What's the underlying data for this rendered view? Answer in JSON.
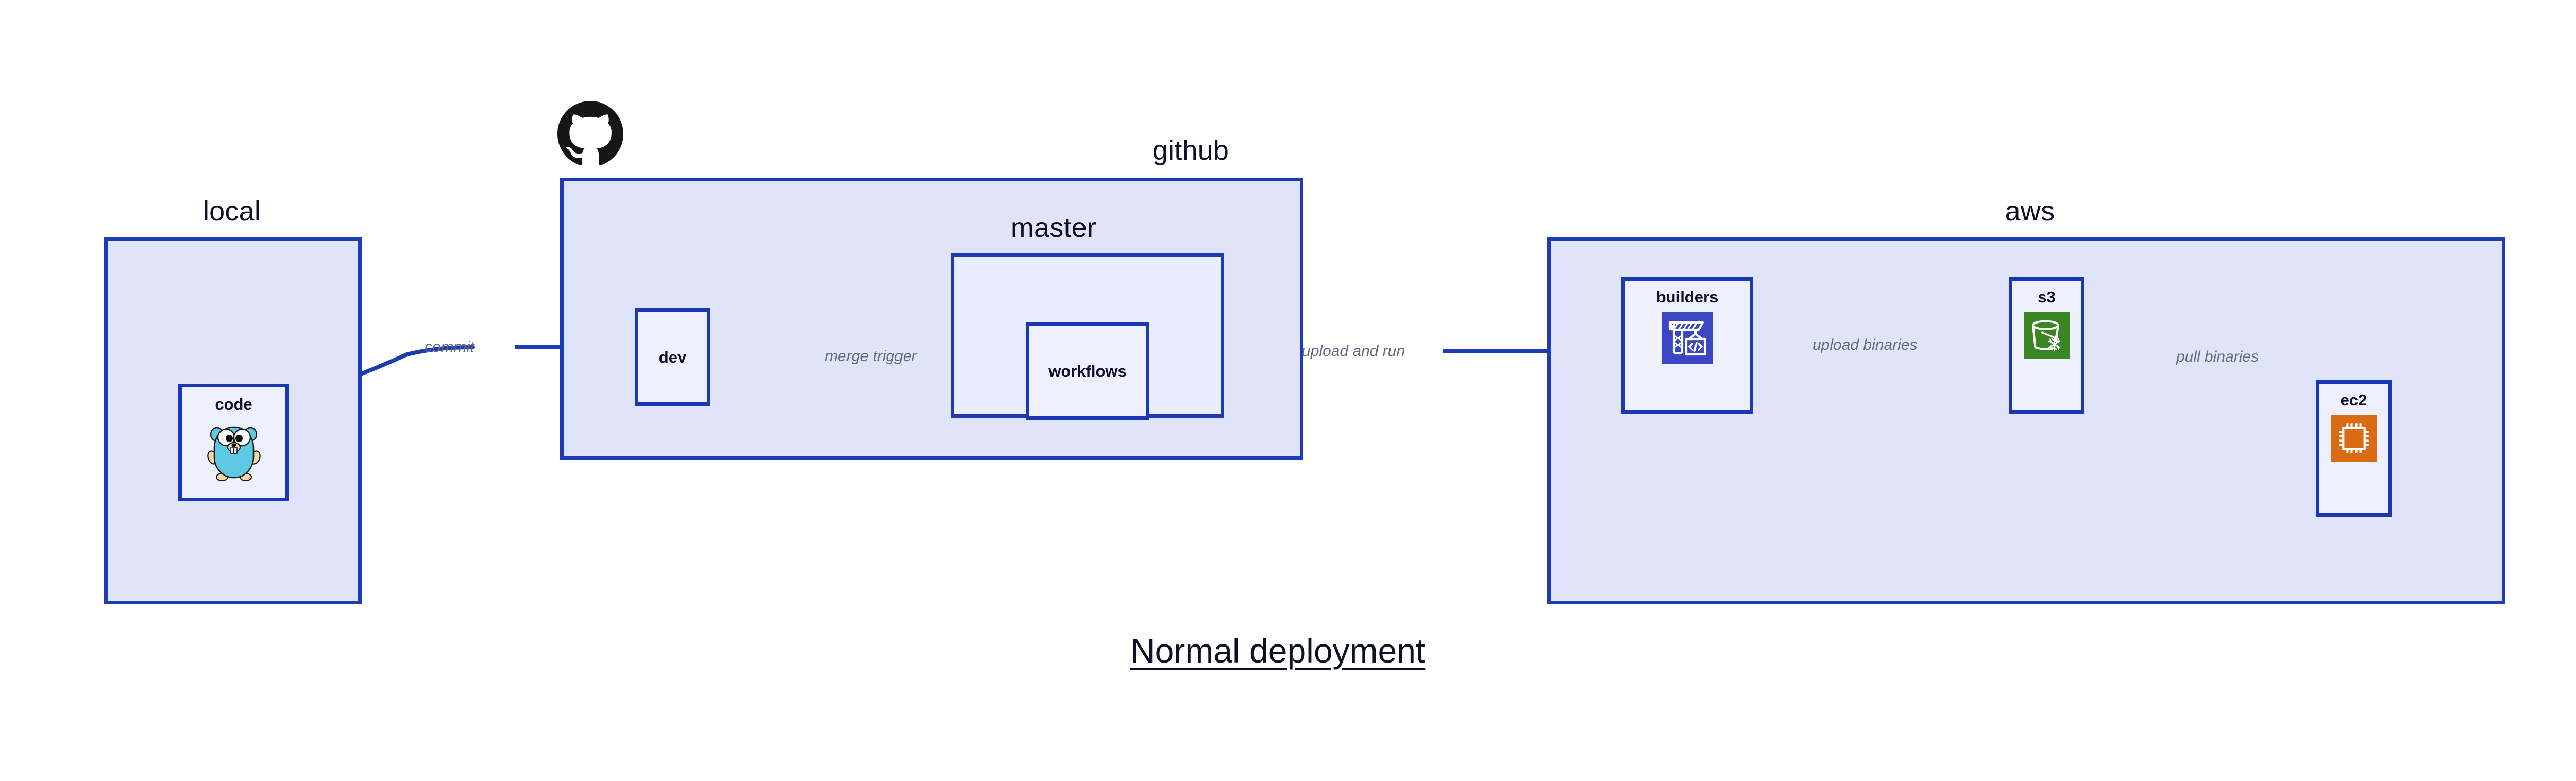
{
  "diagram": {
    "title": "Normal deployment",
    "type": "deployment-flow-diagram",
    "colors": {
      "group_border": "#1d3cb4",
      "group_fill": "#dfe4fb",
      "nested_group_fill": "#e9edfd",
      "node_border": "#1b38b2",
      "node_fill": "#eef1fd",
      "edge_stroke": "#1d3cb4",
      "edge_label_text": "#636a80",
      "title_text": "#0d1026",
      "builders_icon_bg": "#3b46c4",
      "s3_icon_bg": "#3a8524",
      "ec2_icon_bg": "#da6b15",
      "gopher_body": "#5dc9e2",
      "octocat": "#161616"
    }
  },
  "groups": [
    {
      "id": "local",
      "label": "local",
      "label_align": "center"
    },
    {
      "id": "github",
      "label": "github",
      "label_align": "right",
      "has_logo": true,
      "logo_name": "github-octocat-logo"
    },
    {
      "id": "master",
      "label": "master",
      "label_align": "center",
      "nested_in": "github"
    },
    {
      "id": "aws",
      "label": "aws",
      "label_align": "center"
    }
  ],
  "nodes": [
    {
      "id": "code",
      "label": "code",
      "icon": "go-gopher-icon",
      "group": "local"
    },
    {
      "id": "dev",
      "label": "dev",
      "icon": null,
      "group": "github"
    },
    {
      "id": "workflows",
      "label": "workflows",
      "icon": null,
      "group": "master"
    },
    {
      "id": "builders",
      "label": "builders",
      "icon": "aws-codebuild-crane-icon",
      "group": "aws"
    },
    {
      "id": "s3",
      "label": "s3",
      "icon": "aws-s3-bucket-icon",
      "group": "aws"
    },
    {
      "id": "ec2",
      "label": "ec2",
      "icon": "aws-ec2-chip-icon",
      "group": "aws"
    }
  ],
  "edges": [
    {
      "id": "code-to-dev",
      "from": "code",
      "to": "dev",
      "label": "commit",
      "style": "curved"
    },
    {
      "id": "dev-to-workflows",
      "from": "dev",
      "to": "workflows",
      "label": "merge trigger",
      "style": "straight"
    },
    {
      "id": "workflows-to-builders",
      "from": "workflows",
      "to": "builders",
      "label": "upload and run",
      "style": "straight"
    },
    {
      "id": "builders-to-s3",
      "from": "builders",
      "to": "s3",
      "label": "upload binaries",
      "style": "straight"
    },
    {
      "id": "s3-to-ec2",
      "from": "s3",
      "to": "ec2",
      "label": "pull binaries",
      "style": "curved"
    }
  ]
}
